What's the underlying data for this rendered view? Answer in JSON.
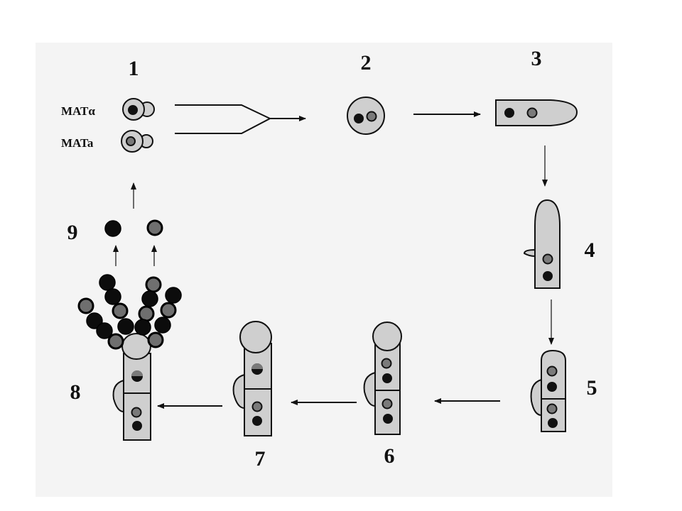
{
  "step_labels": [
    "1",
    "2",
    "3",
    "4",
    "5",
    "6",
    "7",
    "8",
    "9"
  ],
  "mating_types": {
    "alpha": "MATα",
    "a": "MATa"
  },
  "colors": {
    "cell_fill": "#cfcfcf",
    "nucleus_dark": "#111111",
    "nucleus_grey": "#7a7a7a",
    "outline": "#111111"
  }
}
